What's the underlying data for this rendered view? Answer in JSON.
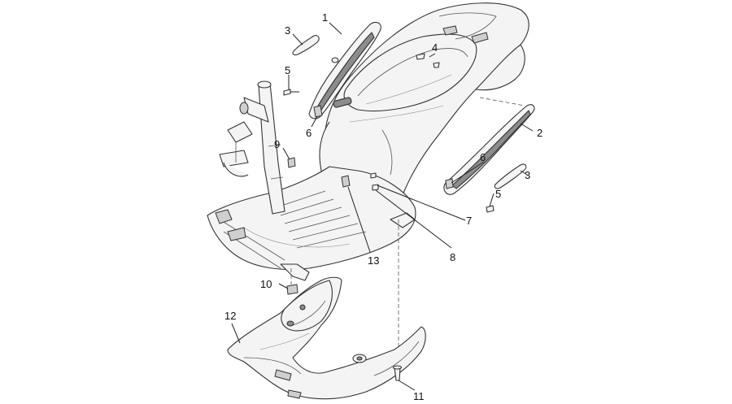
{
  "callouts": [
    {
      "key": "c1",
      "text": "1"
    },
    {
      "key": "c2",
      "text": "2"
    },
    {
      "key": "c3a",
      "text": "3"
    },
    {
      "key": "c3b",
      "text": "3"
    },
    {
      "key": "c4",
      "text": "4"
    },
    {
      "key": "c5a",
      "text": "5"
    },
    {
      "key": "c5b",
      "text": "5"
    },
    {
      "key": "c6a",
      "text": "6"
    },
    {
      "key": "c6b",
      "text": "6"
    },
    {
      "key": "c7",
      "text": "7"
    },
    {
      "key": "c8",
      "text": "8"
    },
    {
      "key": "c9",
      "text": "9"
    },
    {
      "key": "c10",
      "text": "10"
    },
    {
      "key": "c11",
      "text": "11"
    },
    {
      "key": "c12",
      "text": "12"
    },
    {
      "key": "c13",
      "text": "13"
    }
  ]
}
